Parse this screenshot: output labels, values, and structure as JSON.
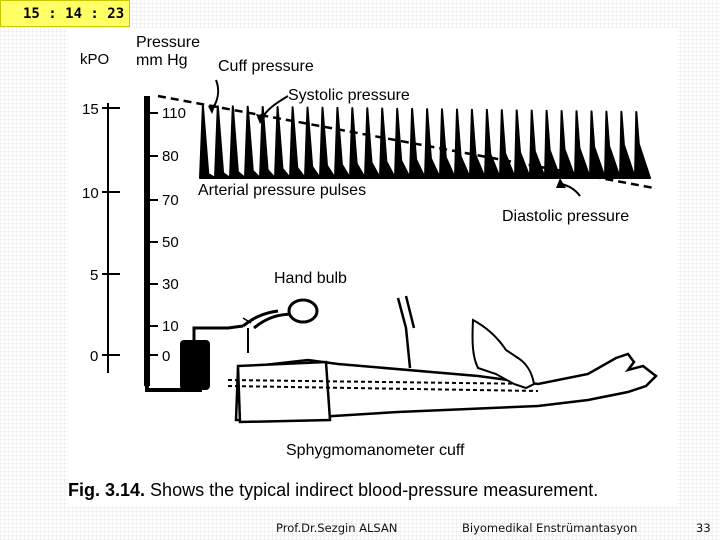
{
  "timer": "15 : 14 : 23",
  "labels": {
    "kpo": "kPO",
    "pressure_unit": "Pressure\nmm Hg",
    "cuff_pressure": "Cuff pressure",
    "systolic_pressure": "Systolic pressure",
    "arterial_pulses": "Arterial pressure pulses",
    "diastolic_pressure": "Diastolic pressure",
    "hand_bulb": "Hand bulb",
    "cuff": "Sphygmomanometer cuff"
  },
  "kpo_ticks": [
    "15",
    "10",
    "5",
    "0"
  ],
  "mmhg_ticks": [
    "110",
    "80",
    "70",
    "50",
    "30",
    "10",
    "0"
  ],
  "caption": {
    "prefix": "Fig. 3.14.",
    "text": "Shows the typical indirect blood-pressure measurement."
  },
  "footer": {
    "author": "Prof.Dr.Sezgin ALSAN",
    "course": "Biyomedikal Enstrümantasyon",
    "page": "33"
  }
}
